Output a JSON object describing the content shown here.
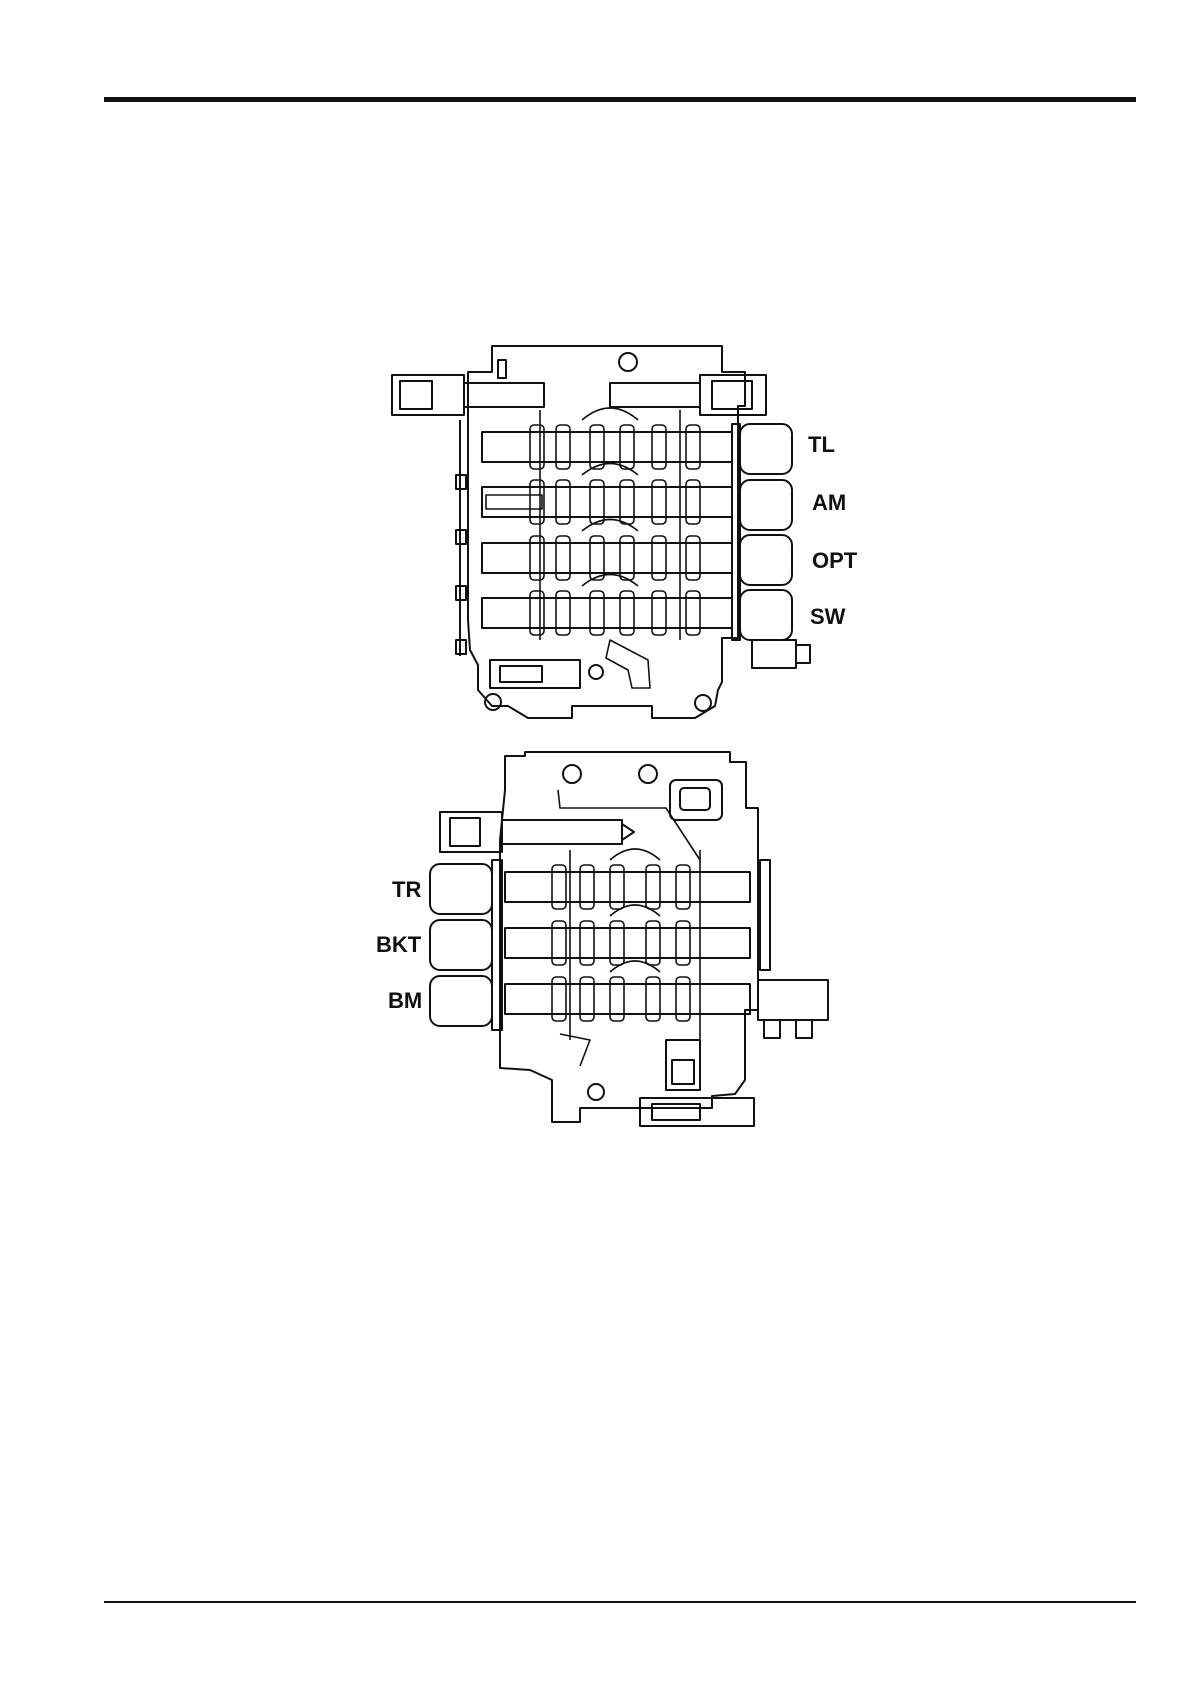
{
  "upper_valve": {
    "section_labels": [
      "TL",
      "AM",
      "OPT",
      "SW"
    ]
  },
  "lower_valve": {
    "section_labels": [
      "TR",
      "BKT",
      "BM"
    ]
  }
}
